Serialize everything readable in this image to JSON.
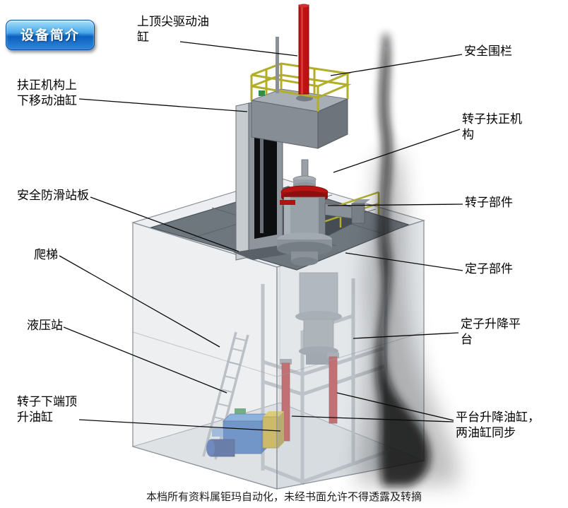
{
  "badge": {
    "label": "设备简介"
  },
  "footer": {
    "text": "本档所有资料属钜玛自动化，未经书面允许不得透露及转摘"
  },
  "colors": {
    "cylinder_red": "#be1212",
    "railing_yellow": "#b2ae2c",
    "hydraulic_blue": "#2c66b8",
    "deck_gray": "#6e767e",
    "badge_blue": "#1976d2"
  },
  "labels": [
    {
      "id": "top-spindle-cylinder",
      "text": "上顶尖驱动油\n缸"
    },
    {
      "id": "safety-fence",
      "text": "安全围栏"
    },
    {
      "id": "centering-updown-cylinder",
      "text": "扶正机构上\n下移动油缸"
    },
    {
      "id": "rotor-centering-mechanism",
      "text": "转子扶正机\n构"
    },
    {
      "id": "antislip-platform",
      "text": "安全防滑站板"
    },
    {
      "id": "rotor-component",
      "text": "转子部件"
    },
    {
      "id": "ladder",
      "text": "爬梯"
    },
    {
      "id": "stator-component",
      "text": "定子部件"
    },
    {
      "id": "hydraulic-station",
      "text": "液压站"
    },
    {
      "id": "stator-lift-platform",
      "text": "定子升降平\n台"
    },
    {
      "id": "rotor-bottom-jack-cylinder",
      "text": "转子下端顶\n升油缸"
    },
    {
      "id": "platform-lift-cylinders",
      "text": "平台升降油缸，\n两油缸同步"
    }
  ]
}
